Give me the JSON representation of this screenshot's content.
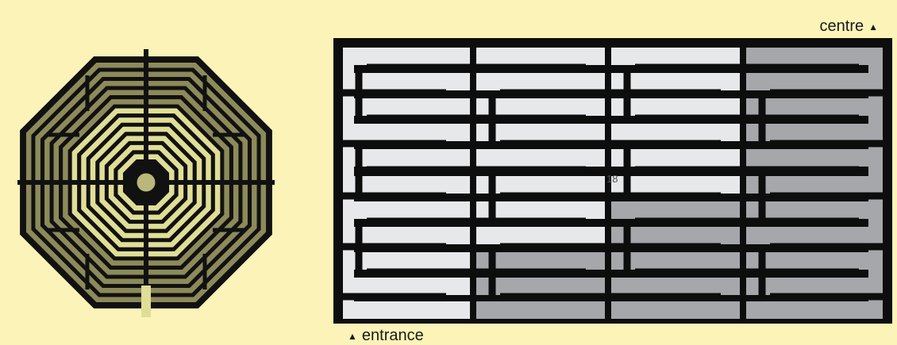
{
  "labels": {
    "centre": "centre",
    "entrance": "entrance",
    "marker_symbol": "▲",
    "step": "18"
  },
  "colors": {
    "background": "#fbf3b8",
    "maze_wall": "#0d0d0d",
    "path_light": "#e7e8ea",
    "path_shaded": "#a6a7ab",
    "octagon_outer": "#8d8a5a",
    "octagon_inner": "#e0de96",
    "octagon_center": "#b9b77a"
  }
}
